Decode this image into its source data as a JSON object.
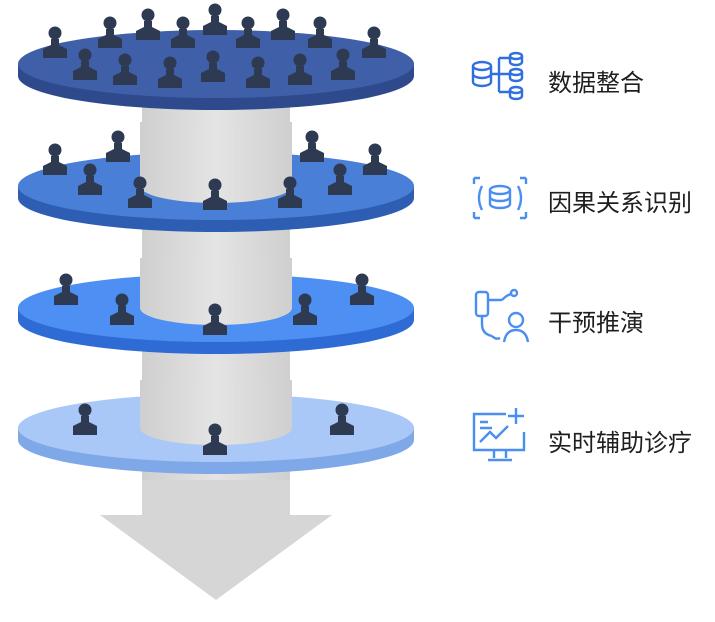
{
  "steps": [
    {
      "label": "数据整合",
      "icon": "database-merge-icon",
      "color": "#2f6fe0"
    },
    {
      "label": "因果关系识别",
      "icon": "database-scan-icon",
      "color": "#4a8ff0"
    },
    {
      "label": "干预推演",
      "icon": "intervention-flow-icon",
      "color": "#4a8ff0"
    },
    {
      "label": "实时辅助诊疗",
      "icon": "monitor-chart-plus-icon",
      "color": "#4a8ff0"
    }
  ],
  "colors": {
    "layer1": "#3f5fa8",
    "layer2": "#4a7fd8",
    "layer3": "#4d8ff2",
    "layer4": "#9dc0f5",
    "person": "#2d3a52",
    "column": "#d9d9d9",
    "arrow": "#d6d6d6"
  }
}
